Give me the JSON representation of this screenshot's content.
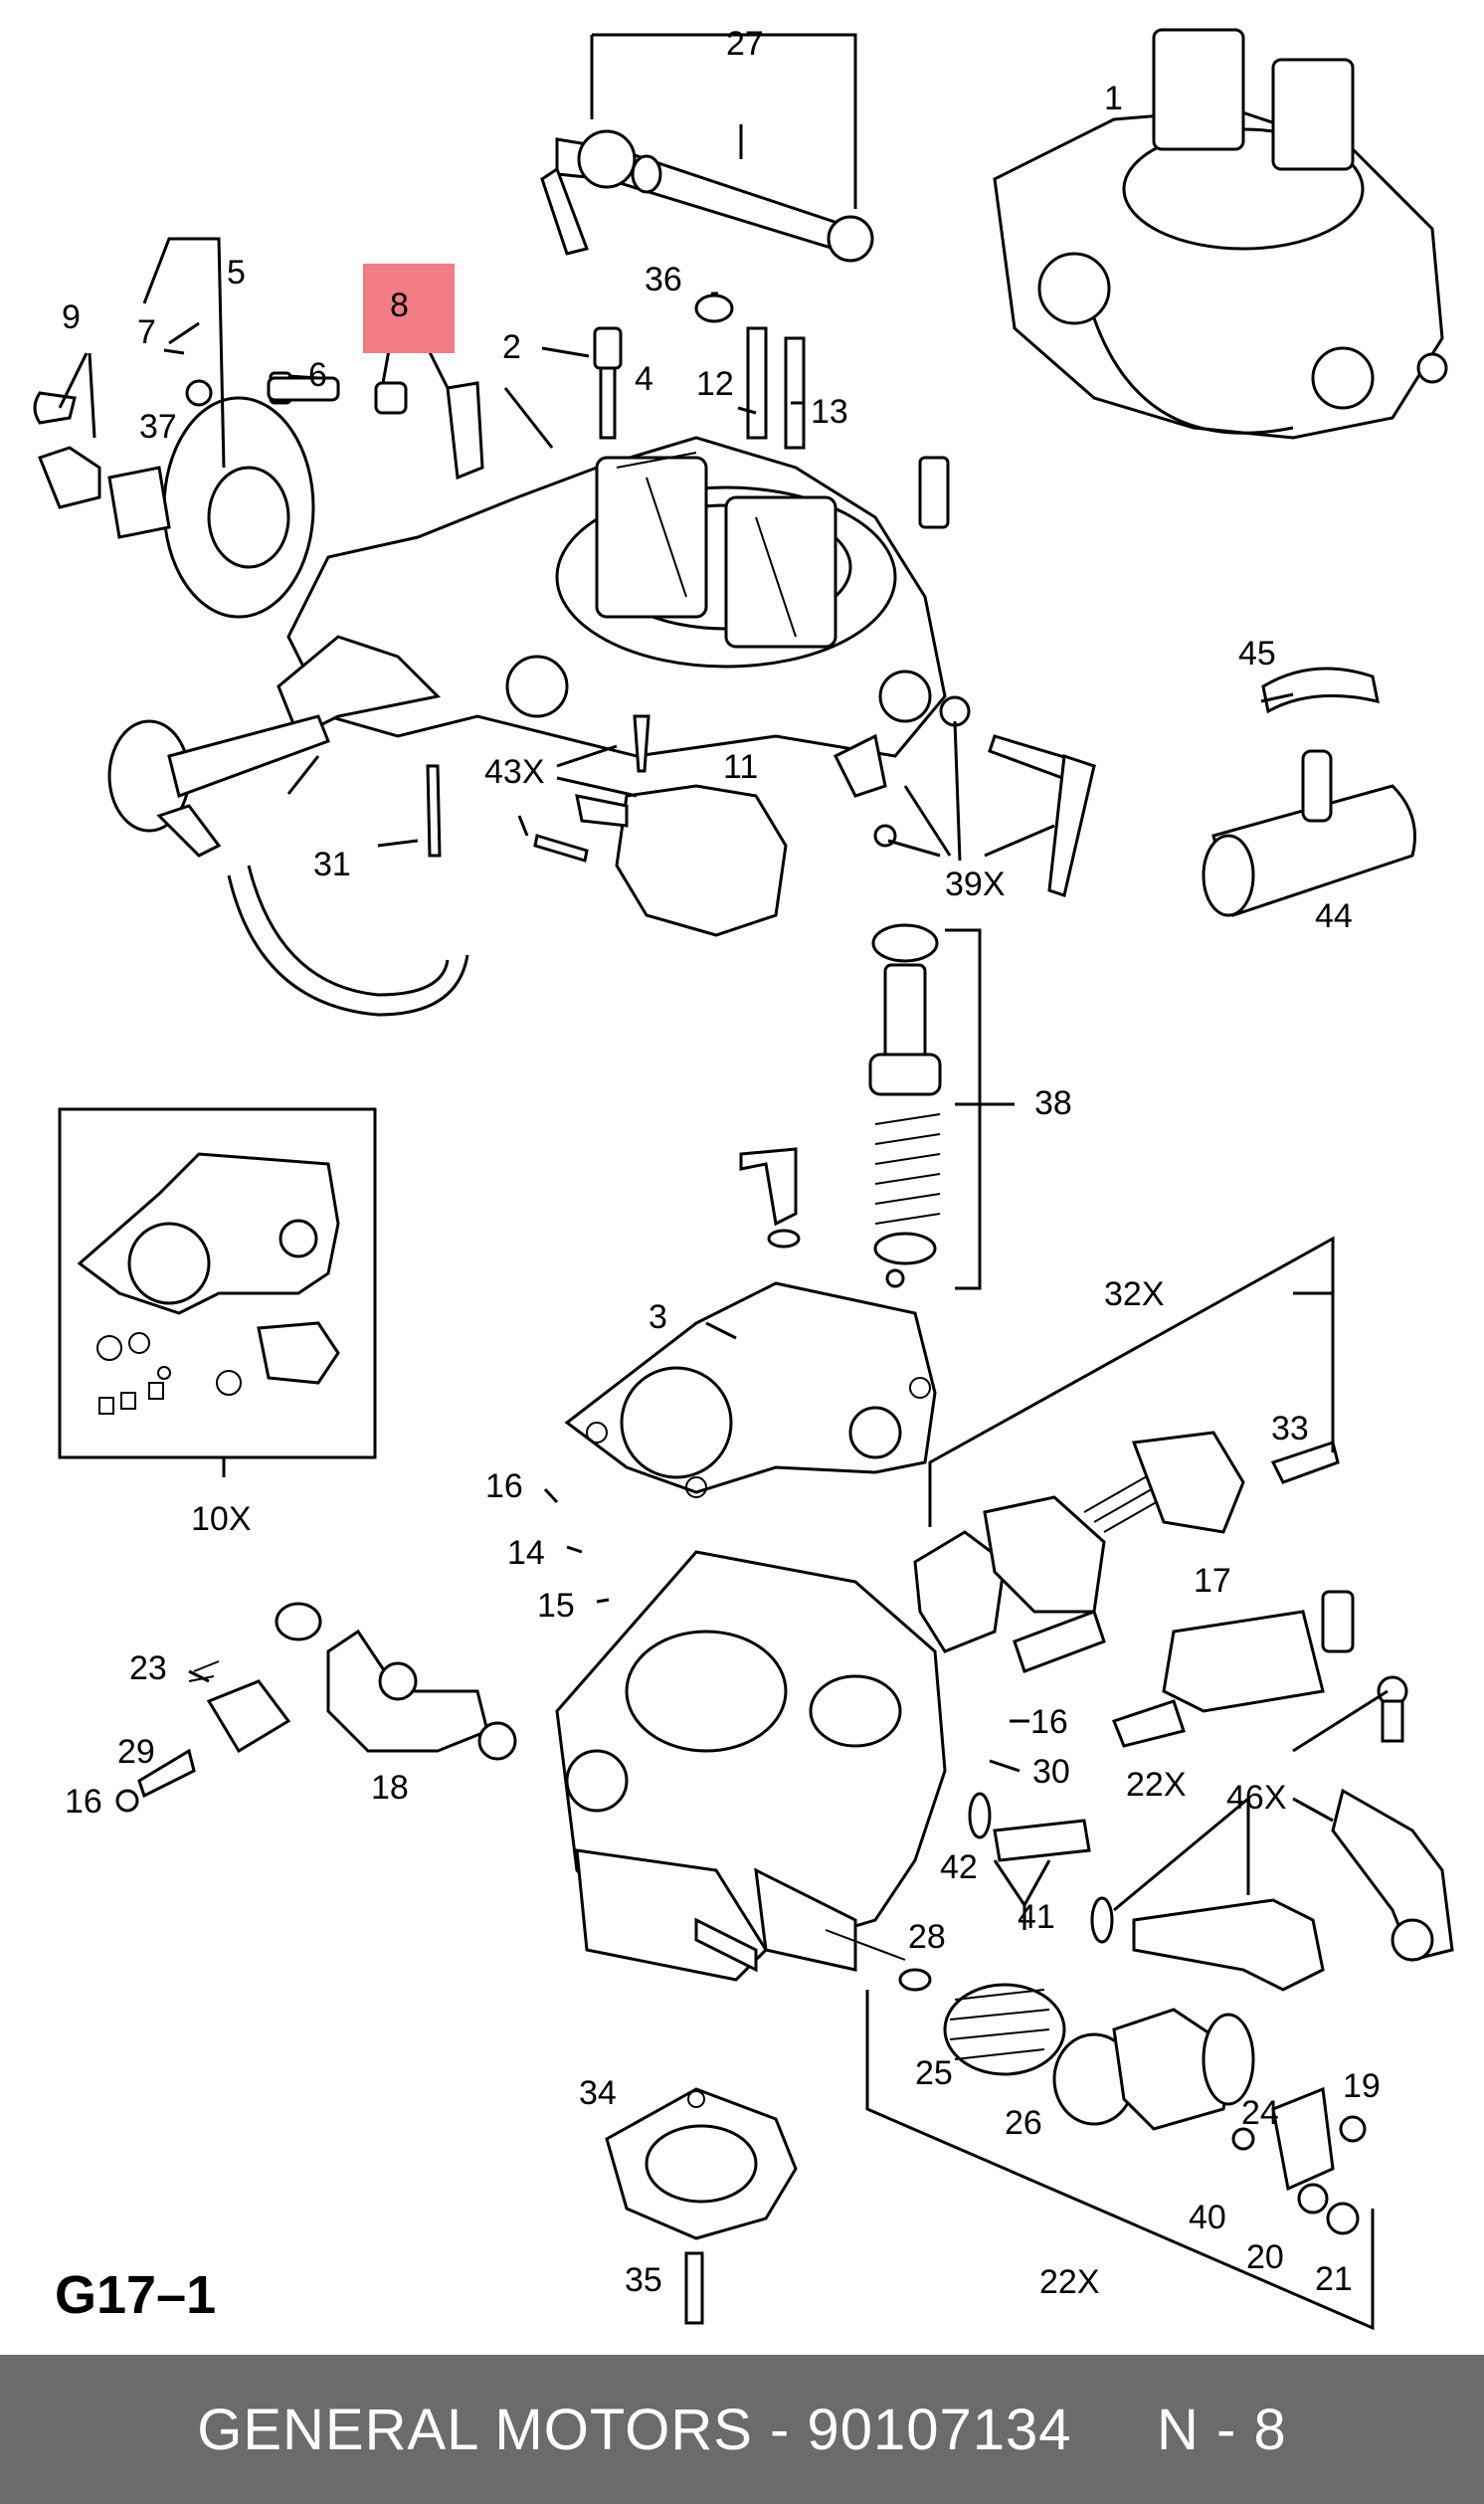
{
  "diagram": {
    "sheet_code": "G17–1",
    "highlighted_callout": "8",
    "highlight_color": "#f27c86",
    "callouts": {
      "c1": "1",
      "c2": "2",
      "c3": "3",
      "c4": "4",
      "c5": "5",
      "c6": "6",
      "c7": "7",
      "c8": "8",
      "c9": "9",
      "c10x": "10X",
      "c11": "11",
      "c12": "12",
      "c13": "13",
      "c14": "14",
      "c15": "15",
      "c16a": "16",
      "c16b": "16",
      "c16c": "16",
      "c17": "17",
      "c18": "18",
      "c19": "19",
      "c20": "20",
      "c21": "21",
      "c22xa": "22X",
      "c22xb": "22X",
      "c23": "23",
      "c24": "24",
      "c25": "25",
      "c26": "26",
      "c27": "27",
      "c28": "28",
      "c29": "29",
      "c30": "30",
      "c31": "31",
      "c32x": "32X",
      "c33": "33",
      "c34": "34",
      "c35": "35",
      "c36": "36",
      "c37": "37",
      "c38": "38",
      "c39x": "39X",
      "c40": "40",
      "c41": "41",
      "c42": "42",
      "c43x": "43X",
      "c44": "44",
      "c45": "45",
      "c46x": "46X"
    }
  },
  "footer": {
    "text": "GENERAL MOTORS - 90107134     N - 8",
    "background": "#6b6b6b",
    "text_color": "#ffffff"
  }
}
